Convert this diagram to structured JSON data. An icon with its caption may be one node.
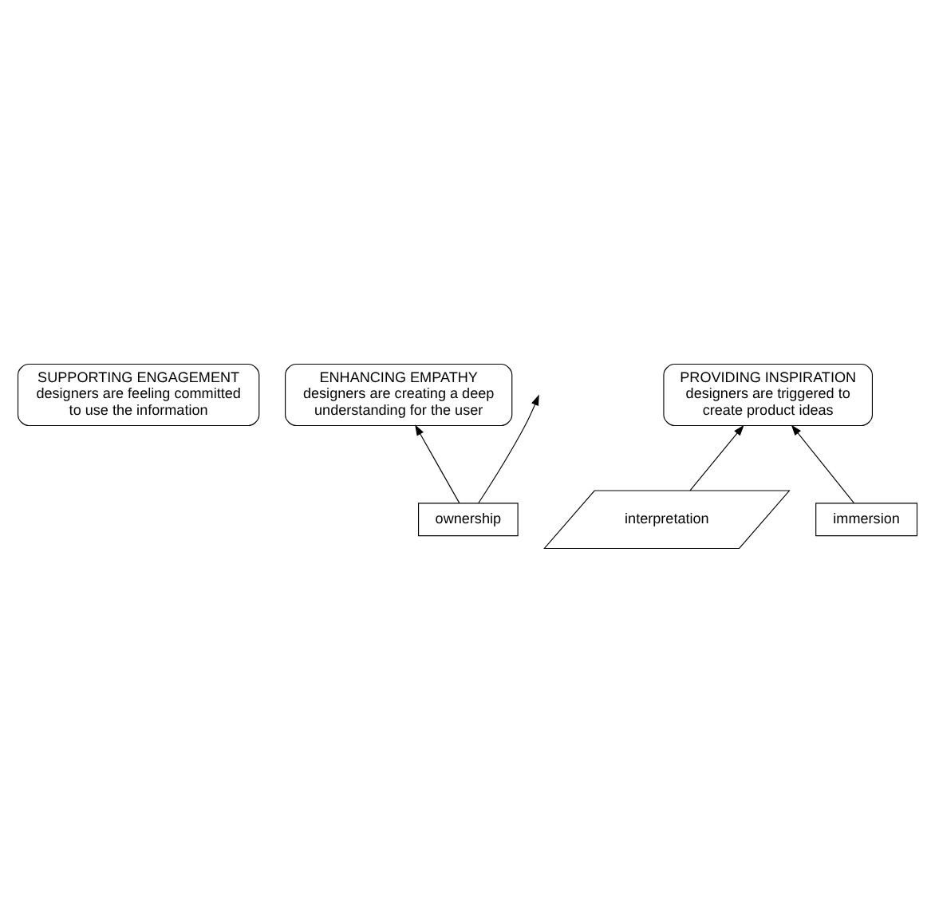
{
  "diagram": {
    "nodes": [
      {
        "text": [
          "SUPPORTING ENGAGEMENT",
          "designers are feeling committed to use the information"
        ]
      },
      {
        "text": [
          "ENHANCING EMPATHY",
          "designers are creating a deep understanding for the user"
        ]
      },
      {
        "text": [
          "PROVIDING INSPIRATION",
          "designers are triggered to create product ideas"
        ]
      },
      {
        "text": [
          "interpretation"
        ]
      },
      {
        "text": [
          "ownership"
        ]
      },
      {
        "text": [
          "immersion"
        ]
      }
    ],
    "edges": [
      {
        "from": 4,
        "to": 1,
        "arrow": "to"
      },
      {
        "from": 4,
        "to": null,
        "arrow": "to"
      },
      {
        "from": 3,
        "to": 2,
        "arrow": "to"
      },
      {
        "from": 5,
        "to": 2,
        "arrow": "to"
      }
    ]
  }
}
